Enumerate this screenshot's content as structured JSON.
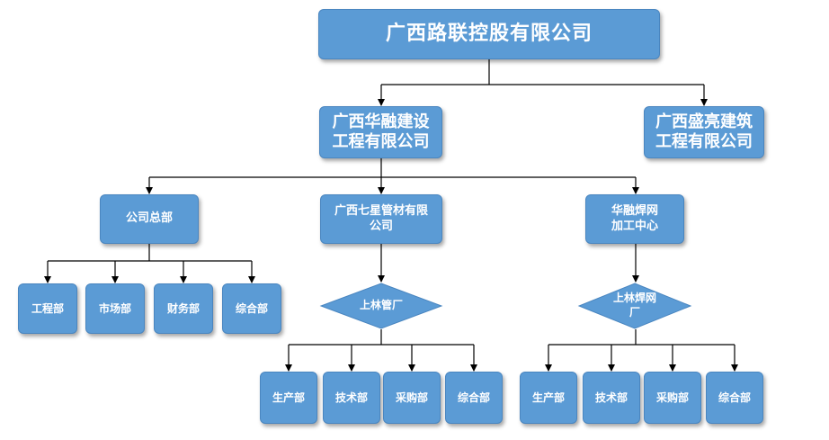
{
  "root": {
    "label": "广西路联控股有限公司"
  },
  "sub1": {
    "line1": "广西华融建设",
    "line2": "工程有限公司"
  },
  "sub2": {
    "line1": "广西盛亮建筑",
    "line2": "工程有限公司"
  },
  "hq": {
    "label": "公司总部",
    "departments": [
      "工程部",
      "市场部",
      "财务部",
      "综合部"
    ]
  },
  "qixing": {
    "line1": "广西七星管材有限",
    "line2": "公司",
    "factory": "上林管厂",
    "departments": [
      "生产部",
      "技术部",
      "采购部",
      "综合部"
    ]
  },
  "weld": {
    "line1": "华融焊网",
    "line2": "加工中心",
    "factory_line1": "上林焊网",
    "factory_line2": "厂",
    "departments": [
      "生产部",
      "技术部",
      "采购部",
      "综合部"
    ]
  },
  "colors": {
    "box_fill": "#5b9bd5",
    "connector": "#000000",
    "text": "#ffffff"
  }
}
